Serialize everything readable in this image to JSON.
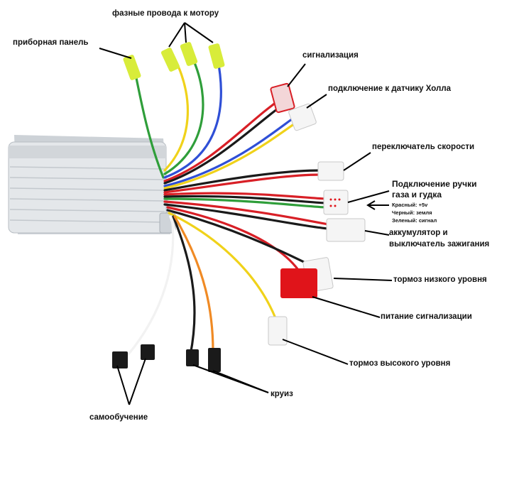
{
  "labels": {
    "dashboard": "приборная панель",
    "motor_phase": "фазные провода к мотору",
    "alarm": "сигнализация",
    "hall": "подключение к датчику Холла",
    "speed_switch": "переключатель скорости",
    "throttle_line1": "Подключение ручки",
    "throttle_line2": "газа и гудка",
    "red_wire": "Красный: +5v",
    "black_wire": "Черный: земля",
    "green_wire": "Зеленый: сигнал",
    "battery_line1": "аккумулятор и",
    "battery_line2": "выключатель зажигания",
    "brake_low": "тормоз низкого уровня",
    "alarm_power": "питание сигнализации",
    "brake_high": "тормоз высокого уровня",
    "cruise": "круиз",
    "self_learning": "самообучение"
  },
  "colors": {
    "housing": "#dfe3e7",
    "yellow_green_connector": "#d8ec3a",
    "red_connector": "#e0141a",
    "white_connector": "#f5f5f5",
    "wire_red": "#d81f26",
    "wire_blue": "#2f4fd6",
    "wire_green": "#2f9e3a",
    "wire_yellow": "#f0d21a",
    "wire_black": "#1a1a1a",
    "wire_orange": "#f08a24"
  }
}
